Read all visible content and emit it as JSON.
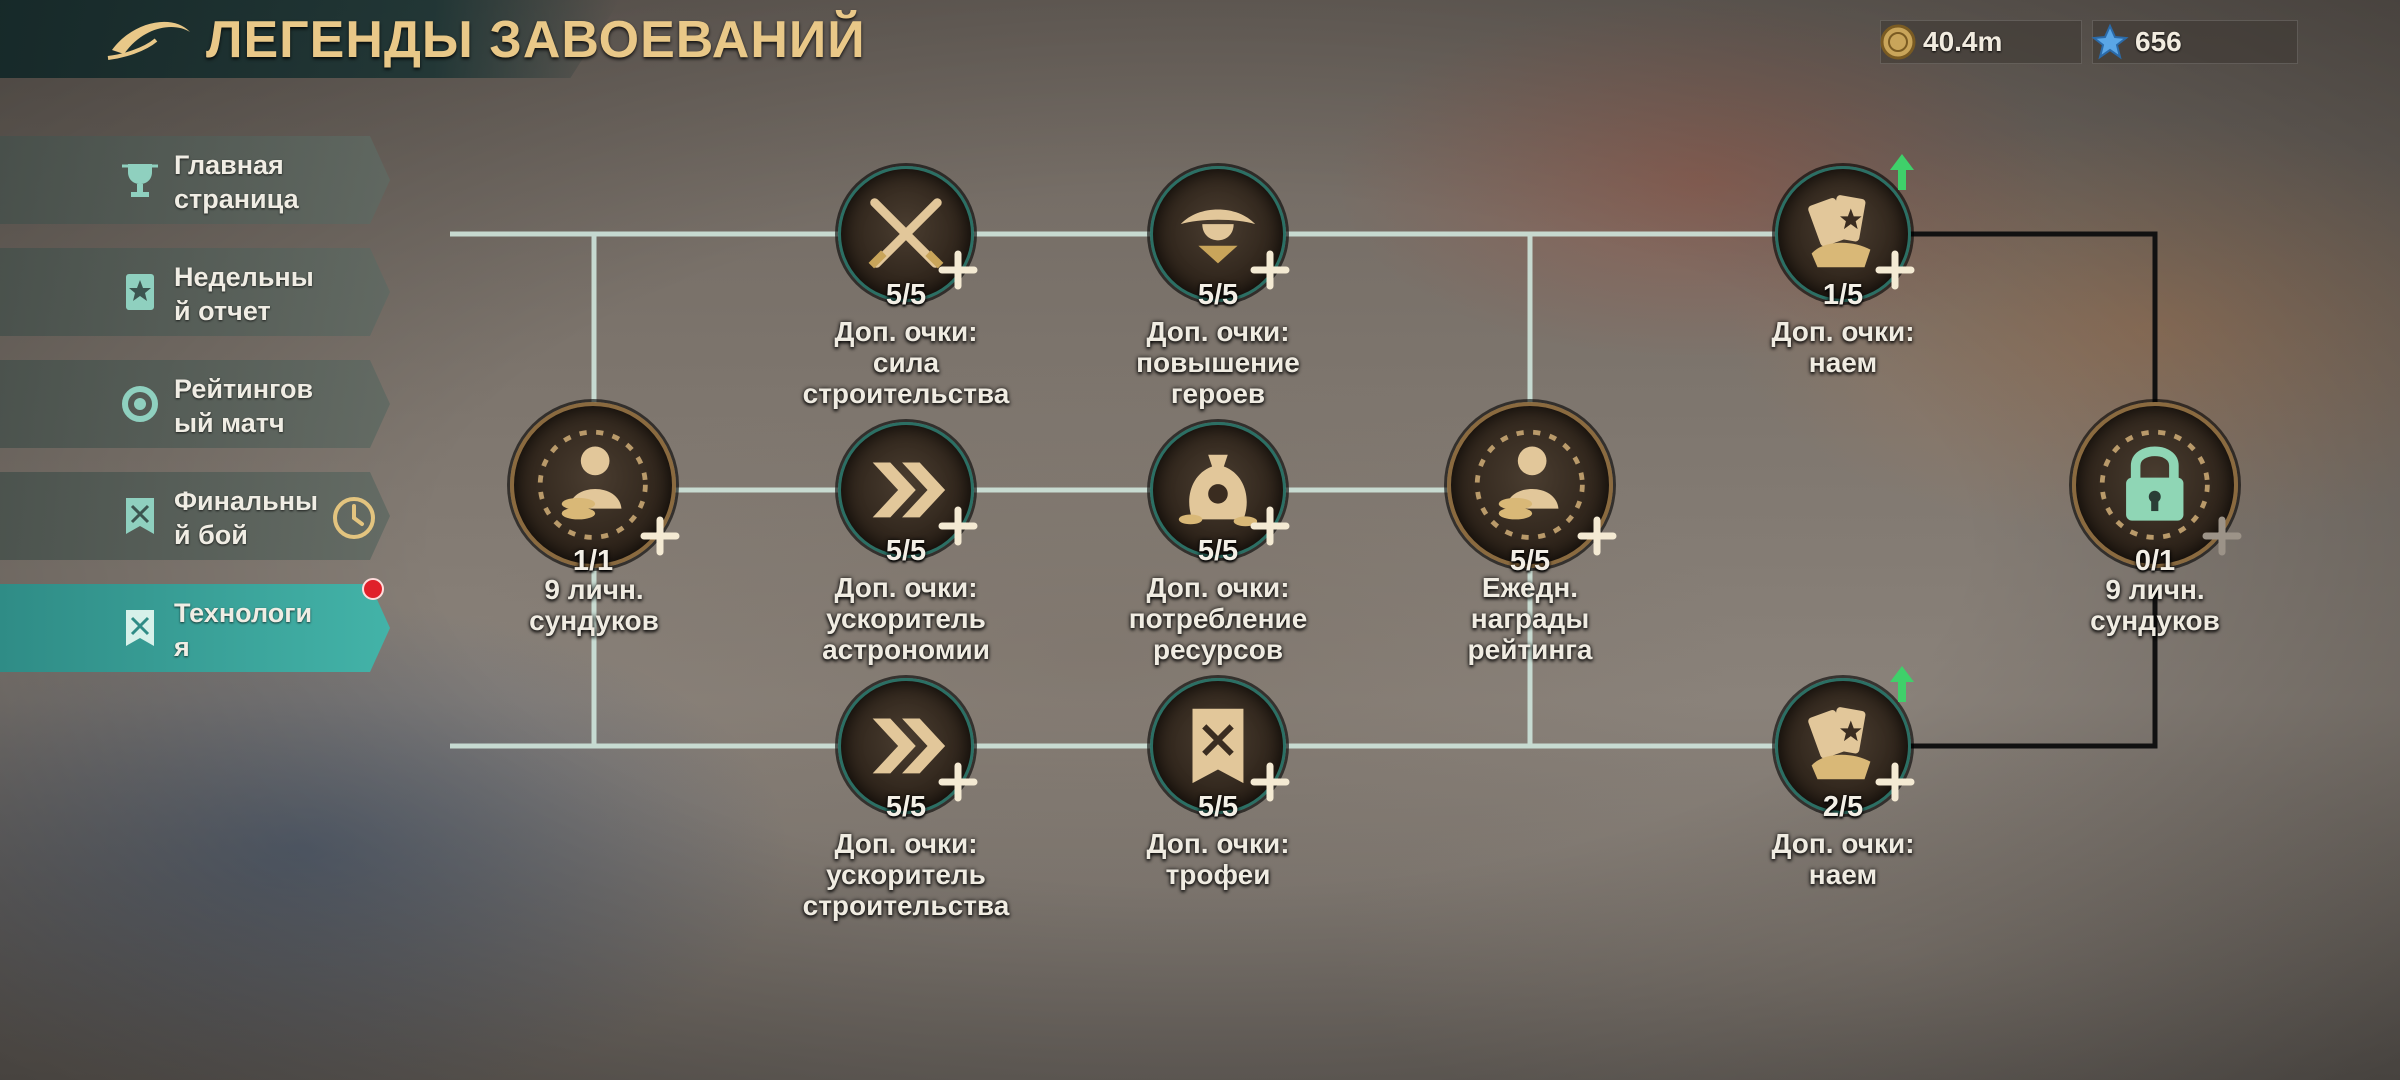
{
  "header": {
    "title": "ЛЕГЕНДЫ ЗАВОЕВАНИЙ"
  },
  "resources": [
    {
      "icon": "gold-coin-icon",
      "value": "40.4m"
    },
    {
      "icon": "blue-crystal-icon",
      "value": "656"
    }
  ],
  "sidebar": {
    "items": [
      {
        "label": "Главная\nстраница",
        "icon": "trophy-icon"
      },
      {
        "label": "Недельны\nй отчет",
        "icon": "star-scroll-icon"
      },
      {
        "label": "Рейтингов\nый матч",
        "icon": "ring-icon"
      },
      {
        "label": "Финальны\nй бой",
        "icon": "crossed-swords-banner-icon"
      },
      {
        "label": "Технологи\nя",
        "icon": "banner-icon",
        "active": true
      }
    ]
  },
  "nodes": {
    "n1": {
      "level": "1/1",
      "label": "9 личн.\nсундуков",
      "icon": "captain-coins-icon"
    },
    "n2": {
      "level": "5/5",
      "label": "Доп. очки:\nсила\nстроительства",
      "icon": "crossed-swords-icon"
    },
    "n3": {
      "level": "5/5",
      "label": "Доп. очки:\nускоритель\nастрономии",
      "icon": "double-chevron-icon"
    },
    "n4": {
      "level": "5/5",
      "label": "Доп. очки:\nускоритель\nстроительства",
      "icon": "double-chevron-icon"
    },
    "n5": {
      "level": "5/5",
      "label": "Доп. очки:\nповышение\nгероев",
      "icon": "pirate-hat-icon"
    },
    "n6": {
      "level": "5/5",
      "label": "Доп. очки:\nпотребление\nресурсов",
      "icon": "skull-money-bag-icon"
    },
    "n7": {
      "level": "5/5",
      "label": "Доп. очки:\nтрофеи",
      "icon": "trophy-banner-icon"
    },
    "n8": {
      "level": "5/5",
      "label": "Ежедн.\nнаграды\nрейтинга",
      "icon": "captain-coins-icon"
    },
    "n9": {
      "level": "1/5",
      "label": "Доп. очки:\nнаем",
      "icon": "cards-hand-icon"
    },
    "n10": {
      "level": "2/5",
      "label": "Доп. очки:\nнаем",
      "icon": "cards-hand-icon"
    },
    "n11": {
      "level": "0/1",
      "label": "9 личн.\nсундуков",
      "icon": "padlock-icon"
    }
  }
}
